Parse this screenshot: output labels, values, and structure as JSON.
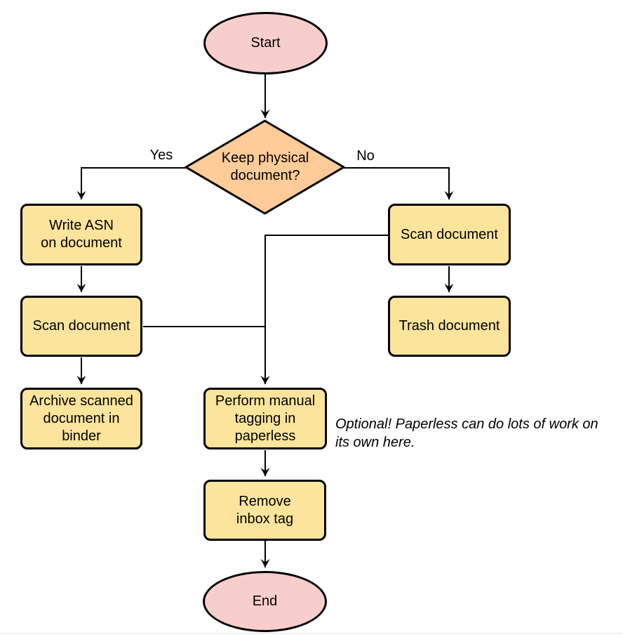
{
  "diagram": {
    "type": "flowchart",
    "nodes": {
      "start": {
        "shape": "terminator",
        "label": "Start"
      },
      "keep_physical": {
        "shape": "decision",
        "label": [
          "Keep physical",
          "document?"
        ]
      },
      "write_asn": {
        "shape": "process",
        "label": [
          "Write ASN",
          "on document"
        ]
      },
      "scan_document_left": {
        "shape": "process",
        "label": "Scan document"
      },
      "archive_binder": {
        "shape": "process",
        "label": [
          "Archive scanned",
          "document in",
          "binder"
        ]
      },
      "scan_document_right": {
        "shape": "process",
        "label": "Scan document"
      },
      "trash_document": {
        "shape": "process",
        "label": "Trash document"
      },
      "manual_tagging": {
        "shape": "process",
        "label": [
          "Perform manual",
          "tagging in",
          "paperless"
        ]
      },
      "remove_inbox_tag": {
        "shape": "process",
        "label": [
          "Remove",
          "inbox tag"
        ]
      },
      "end": {
        "shape": "terminator",
        "label": "End"
      }
    },
    "edges": [
      {
        "from": "start",
        "to": "keep_physical",
        "label": ""
      },
      {
        "from": "keep_physical",
        "to": "write_asn",
        "label": "Yes"
      },
      {
        "from": "keep_physical",
        "to": "scan_document_right",
        "label": "No"
      },
      {
        "from": "write_asn",
        "to": "scan_document_left",
        "label": ""
      },
      {
        "from": "scan_document_left",
        "to": "archive_binder",
        "label": ""
      },
      {
        "from": "scan_document_right",
        "to": "trash_document",
        "label": ""
      },
      {
        "from": "scan_document_left",
        "to": "manual_tagging",
        "label": ""
      },
      {
        "from": "scan_document_right",
        "to": "manual_tagging",
        "label": ""
      },
      {
        "from": "manual_tagging",
        "to": "remove_inbox_tag",
        "label": ""
      },
      {
        "from": "remove_inbox_tag",
        "to": "end",
        "label": ""
      }
    ],
    "note": [
      "Optional! Paperless can do lots of work on",
      "its own here."
    ],
    "colors": {
      "terminator_fill": "#F8CECC",
      "decision_fill": "#FFCC99",
      "process_fill": "#FCE49C",
      "stroke": "#000000",
      "text": "#000000"
    }
  }
}
